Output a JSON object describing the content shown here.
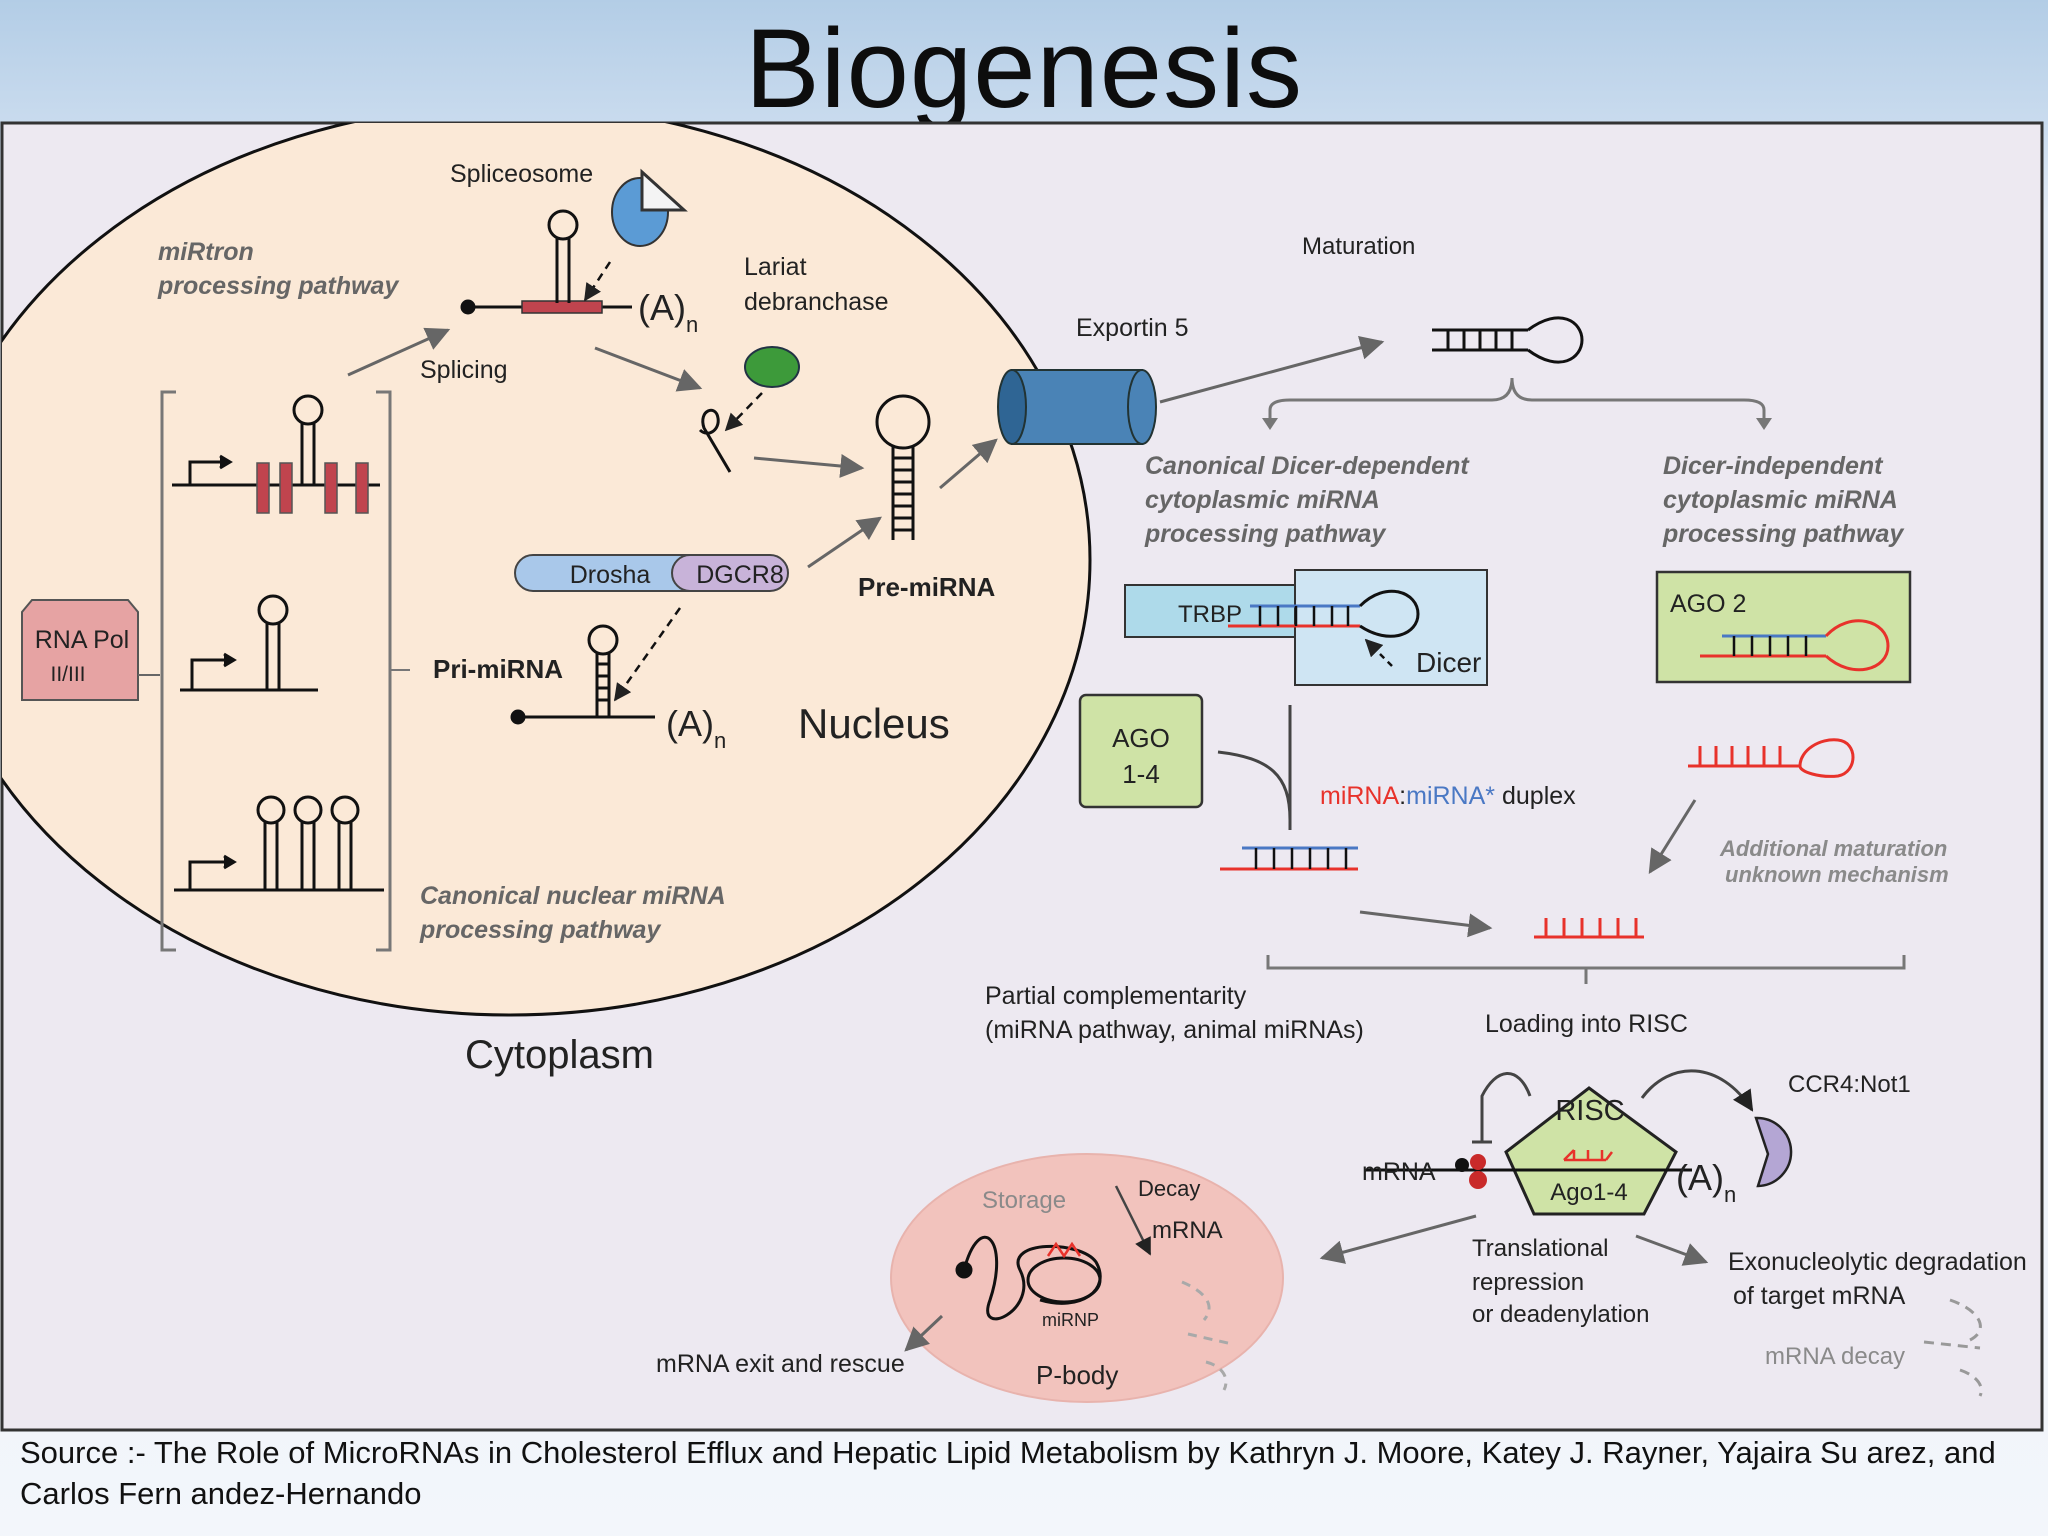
{
  "slide": {
    "title": "Biogenesis",
    "source": "Source :- The Role of MicroRNAs in Cholesterol Efflux and Hepatic Lipid Metabolism by Kathryn J. Moore, Katey J. Rayner, Yajaira Su arez, and Carlos Fern andez-Hernando"
  },
  "diagram": {
    "labels": {
      "spliceosome": "Spliceosome",
      "mirtron_1": "miRtron",
      "mirtron_2": "processing pathway",
      "lariat_1": "Lariat",
      "lariat_2": "debranchase",
      "splicing": "Splicing",
      "poly_a": "(A)",
      "poly_a_sub": "n",
      "exportin": "Exportin 5",
      "maturation": "Maturation",
      "canonical_dicer_1": "Canonical Dicer-dependent",
      "canonical_dicer_2": "cytoplasmic miRNA",
      "canonical_dicer_3": "processing pathway",
      "dicer_indep_1": "Dicer-independent",
      "dicer_indep_2": "cytoplasmic miRNA",
      "dicer_indep_3": "processing pathway",
      "rna_pol_1": "RNA Pol",
      "rna_pol_2": "II/III",
      "drosha": "Drosha",
      "dgcr8": "DGCR8",
      "pre_mirna": "Pre-miRNA",
      "pri_mirna": "Pri-miRNA",
      "nucleus": "Nucleus",
      "trbp": "TRBP",
      "dicer": "Dicer",
      "ago2": "AGO 2",
      "ago14_1": "AGO",
      "ago14_2": "1-4",
      "duplex_mirna": "miRNA",
      "duplex_colon": ":",
      "duplex_star": "miRNA*",
      "duplex_word": " duplex",
      "additional_1": "Additional maturation",
      "additional_2": "unknown mechanism",
      "canonical_nuclear_1": "Canonical nuclear miRNA",
      "canonical_nuclear_2": "processing pathway",
      "partial_1": "Partial complementarity",
      "partial_2": "(miRNA pathway, animal miRNAs)",
      "loading": "Loading into RISC",
      "cytoplasm": "Cytoplasm",
      "ccr4": "CCR4:Not1",
      "risc": "RISC",
      "ago_risc": "Ago1-4",
      "mrna": "mRNA",
      "storage": "Storage",
      "decay": "Decay",
      "mrna_pbody": "mRNA",
      "mirnp": "miRNP",
      "pbody": "P-body",
      "exit": "mRNA exit and rescue",
      "trans_1": "Translational",
      "trans_2": "repression",
      "trans_3": "or deadenylation",
      "exo_1": "Exonucleolytic degradation",
      "exo_2": "of target mRNA",
      "mrna_decay": "mRNA decay"
    },
    "colors": {
      "nucleus_fill": "#fbe9d7",
      "panel_fill": "#ede9f1",
      "exon_red": "#c0444e",
      "mirna_red": "#e8322b",
      "star_blue": "#4a78c4",
      "spliceosome_blue": "#5b9bd5",
      "debranchase_green": "#3d9a3a",
      "drosha_blue": "#a9c8ea",
      "dgcr8_purple": "#c8b3d9",
      "exportin_blue": "#4a83b6",
      "trbp_cyan": "#aedaea",
      "dicer_box": "#cfe5f3",
      "ago_green": "#cfe3a6",
      "rna_pol_pink": "#e6a3a3",
      "pbody_pink": "#f2c3bd",
      "ccr4_purple": "#b4a6d4"
    }
  }
}
